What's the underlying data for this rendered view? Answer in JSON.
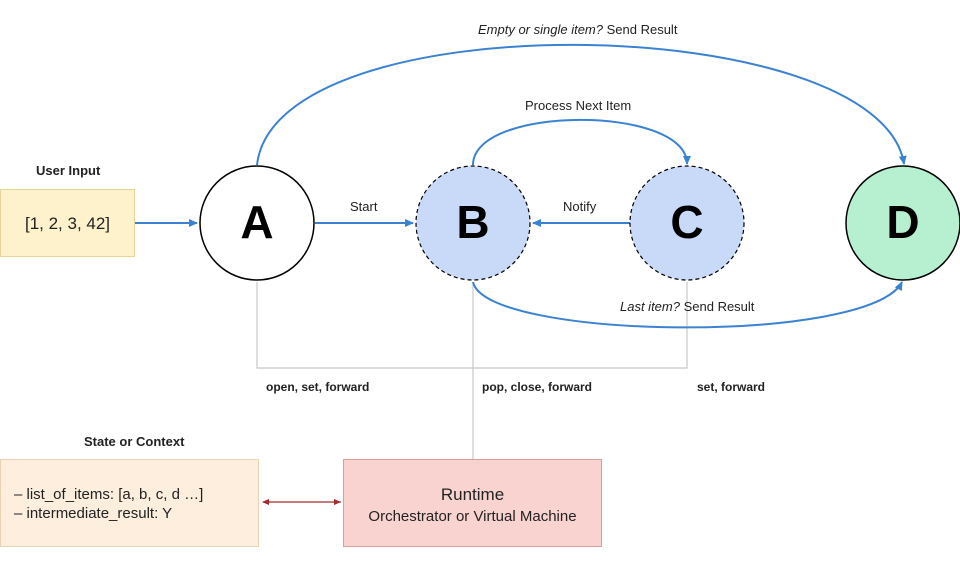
{
  "user_input": {
    "heading": "User Input",
    "value": "[1, 2, 3, 42]"
  },
  "nodes": {
    "a": "A",
    "b": "B",
    "c": "C",
    "d": "D"
  },
  "edges": {
    "start": "Start",
    "notify": "Notify",
    "process_next": "Process Next Item",
    "empty_prefix": "Empty or single item?",
    "empty_suffix": " Send Result",
    "last_prefix": "Last item?",
    "last_suffix": " Send Result"
  },
  "operations": {
    "a": "open, set, forward",
    "b": "pop, close, forward",
    "c": "set, forward"
  },
  "state": {
    "heading": "State or Context",
    "items": [
      "–  list_of_items: [a, b, c, d …]",
      "–  intermediate_result: Y"
    ]
  },
  "runtime": {
    "title": "Runtime",
    "subtitle": "Orchestrator or Virtual Machine"
  },
  "colors": {
    "arrow": "#3b82d1",
    "connector": "#c8c8c8",
    "input_fill": "#fef2cc",
    "node_bc_fill": "#c9daf8",
    "node_d_fill": "#b7f0d0",
    "state_fill": "#fdeedd",
    "runtime_fill": "#f9d3d0",
    "runtime_border": "#d9a09b",
    "link_red": "#a52a2a"
  }
}
